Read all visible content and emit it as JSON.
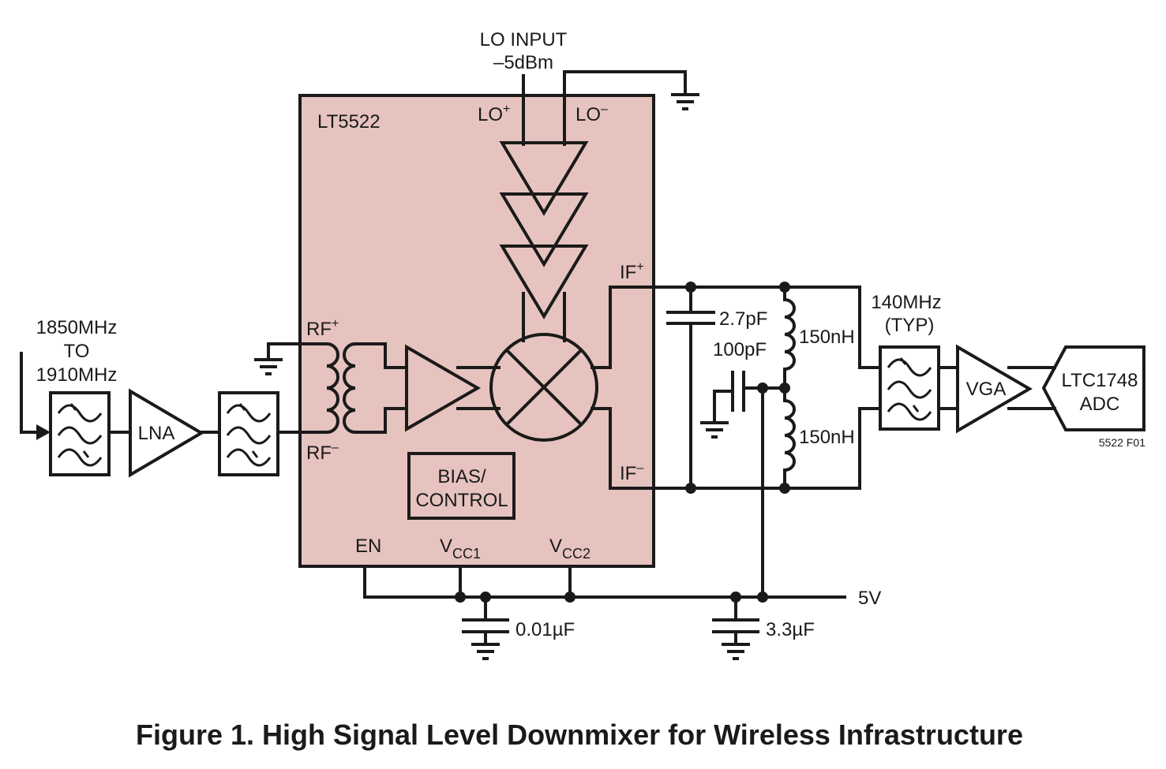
{
  "caption": "Figure 1. High Signal Level Downmixer for Wireless Infrastructure",
  "figure_id": "5522 F01",
  "colors": {
    "chip_fill": "#e6c3bf",
    "wire": "#1a1a1a",
    "background": "#ffffff"
  },
  "chip": {
    "name": "LT5522"
  },
  "lo": {
    "title": "LO INPUT",
    "level": "–5dBm",
    "pos": "LO",
    "pos_sup": "+",
    "neg": "LO",
    "neg_sup": "–"
  },
  "rf": {
    "pos": "RF",
    "pos_sup": "+",
    "neg": "RF",
    "neg_sup": "–"
  },
  "if_pins": {
    "pos": "IF",
    "pos_sup": "+",
    "neg": "IF",
    "neg_sup": "–"
  },
  "bias": {
    "line1": "BIAS/",
    "line2": "CONTROL"
  },
  "pins": {
    "en": "EN",
    "vcc1_main": "V",
    "vcc1_sub": "CC1",
    "vcc2_main": "V",
    "vcc2_sub": "CC2"
  },
  "input_band": {
    "line1": "1850MHz",
    "line2": "TO",
    "line3": "1910MHz"
  },
  "lna": "LNA",
  "if_filter": {
    "line1": "140MHz",
    "line2": "(TYP)"
  },
  "vga": "VGA",
  "adc": {
    "line1": "LTC1748",
    "line2": "ADC"
  },
  "components": {
    "cap_if": "2.7pF",
    "cap_bypass": "100pF",
    "ind_top": "150nH",
    "ind_bot": "150nH",
    "cap_vcc": "0.01µF",
    "cap_supply": "3.3µF"
  },
  "supply": "5V"
}
